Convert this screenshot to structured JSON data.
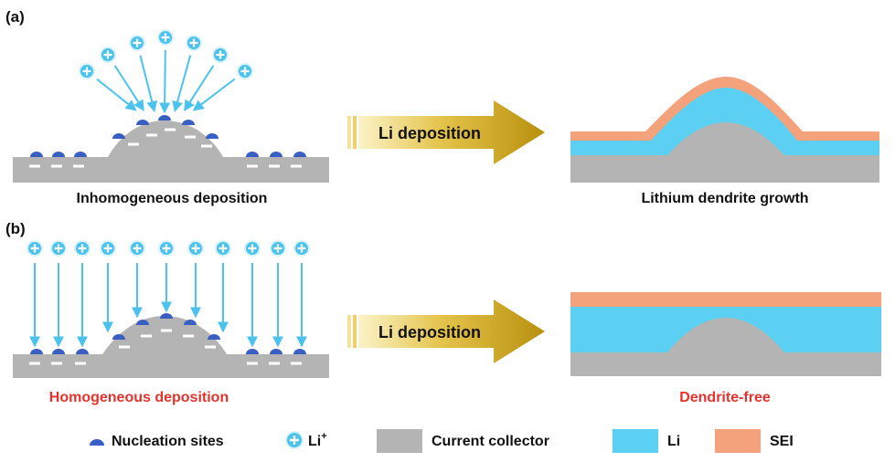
{
  "panels": [
    {
      "tag": "(a)",
      "left_caption": "Inhomogeneous deposition",
      "arrow_label": "Li deposition",
      "right_caption": "Lithium dendrite growth"
    },
    {
      "tag": "(b)",
      "left_caption": "Homogeneous deposition",
      "arrow_label": "Li deposition",
      "right_caption": "Dendrite-free"
    }
  ],
  "legend": {
    "nucleation": "Nucleation sites",
    "li_ion": "Li",
    "li_ion_sup": "+",
    "collector": "Current collector",
    "li": "Li",
    "sei": "SEI"
  },
  "colors": {
    "collector": "#b4b4b4",
    "li": "#5bd0f2",
    "sei": "#f4a27c",
    "nucleation": "#3a5fc4",
    "ion": "#4bc3ee",
    "arrow_gold": "#c9a21a",
    "caption_red": "#e5322d"
  },
  "icons": [
    "li-ion-icon",
    "nucleation-site-icon",
    "gold-arrow-icon",
    "flux-arrow-icon"
  ]
}
